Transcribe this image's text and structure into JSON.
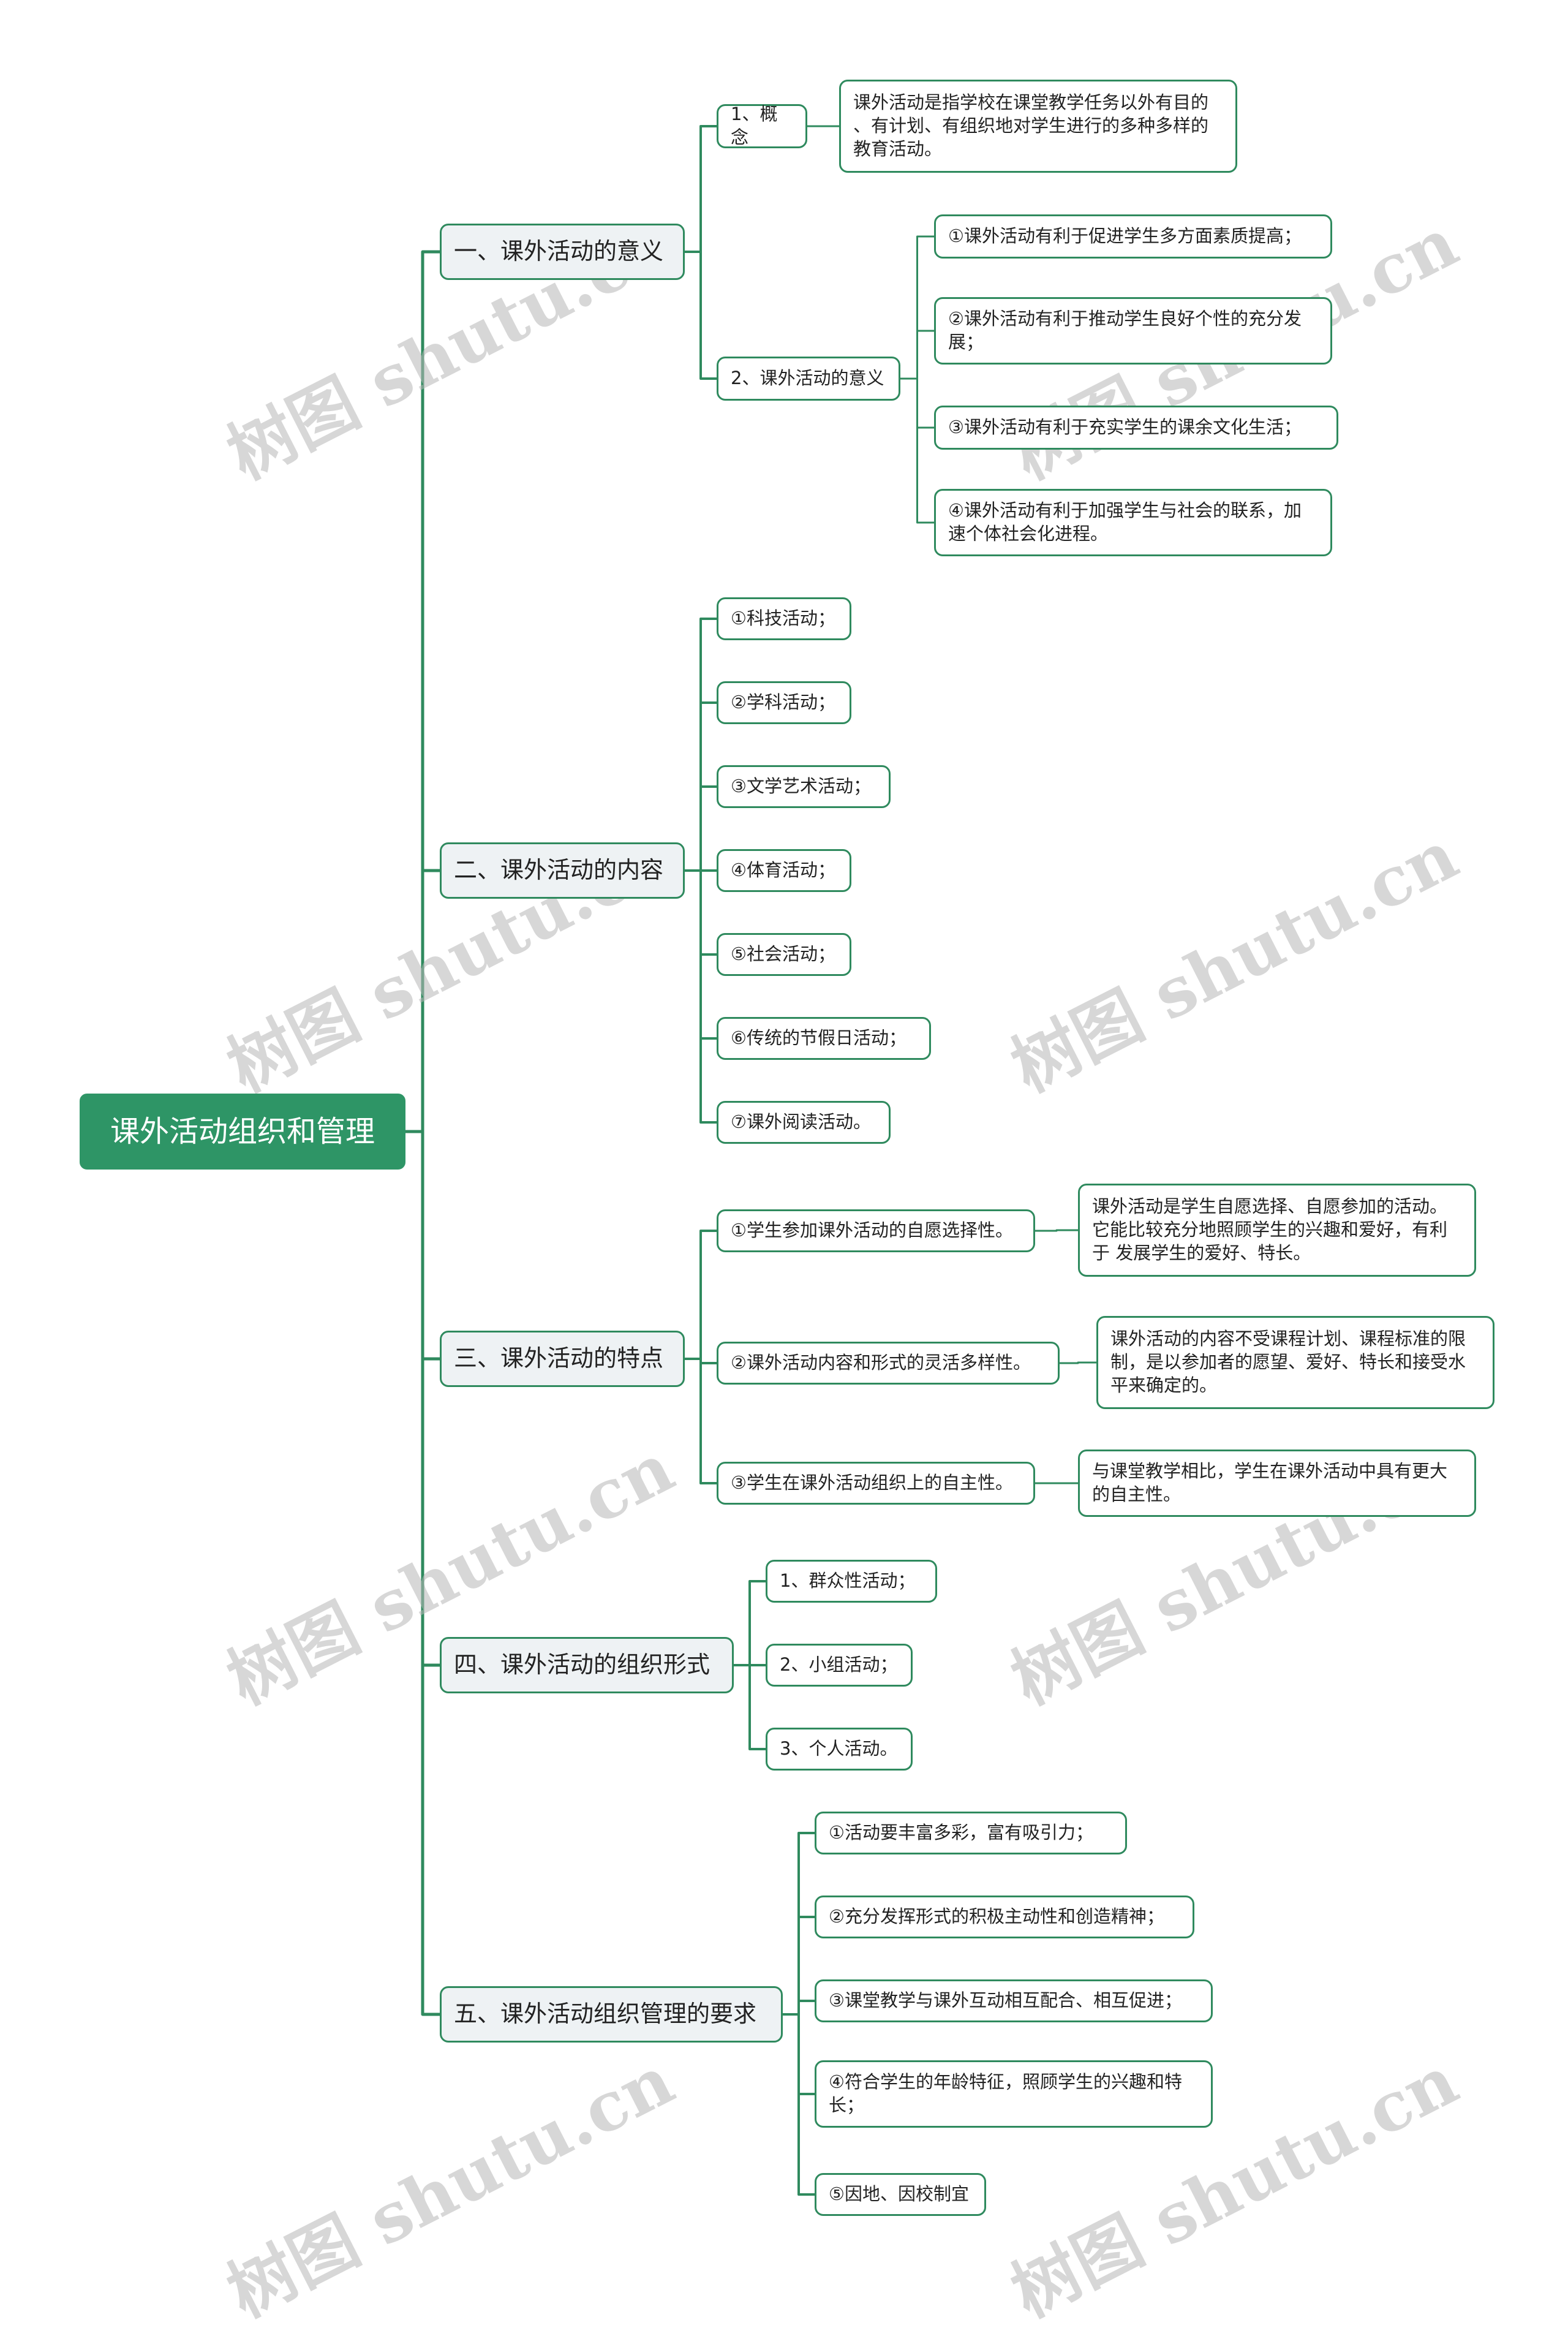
{
  "mindmap": {
    "root": "课外活动组织和管理",
    "line_color": "#2f8a5e",
    "root_color": "#2e9566",
    "watermark": "树图 shutu.cn",
    "branches": [
      {
        "label": "一、课外活动的意义",
        "children": [
          {
            "label": "1、概念",
            "children": [
              "课外活动是指学校在课堂教学任务以外有目的\n、有计划、有组织地对学生进行的多种多样的\n教育活动。"
            ]
          },
          {
            "label": "2、课外活动的意义",
            "children": [
              "①课外活动有利于促进学生多方面素质提高；",
              "②课外活动有利于推动学生良好个性的充分发\n展；",
              "③课外活动有利于充实学生的课余文化生活；",
              "④课外活动有利于加强学生与社会的联系，加\n速个体社会化进程。"
            ]
          }
        ]
      },
      {
        "label": "二、课外活动的内容",
        "children": [
          {
            "label": "①科技活动；"
          },
          {
            "label": "②学科活动；"
          },
          {
            "label": "③文学艺术活动；"
          },
          {
            "label": "④体育活动；"
          },
          {
            "label": "⑤社会活动；"
          },
          {
            "label": "⑥传统的节假日活动；"
          },
          {
            "label": "⑦课外阅读活动。"
          }
        ]
      },
      {
        "label": "三、课外活动的特点",
        "children": [
          {
            "label": "①学生参加课外活动的自愿选择性。",
            "children": [
              "课外活动是学生自愿选择、自愿参加的活动。\n它能比较充分地照顾学生的兴趣和爱好，有利\n于 发展学生的爱好、特长。"
            ]
          },
          {
            "label": "②课外活动内容和形式的灵活多样性。",
            "children": [
              "课外活动的内容不受课程计划、课程标准的限\n制，是以参加者的愿望、爱好、特长和接受水\n平来确定的。"
            ]
          },
          {
            "label": "③学生在课外活动组织上的自主性。",
            "children": [
              "与课堂教学相比，学生在课外活动中具有更大\n的自主性。"
            ]
          }
        ]
      },
      {
        "label": "四、课外活动的组织形式",
        "children": [
          {
            "label": "1、群众性活动；"
          },
          {
            "label": "2、小组活动；"
          },
          {
            "label": "3、个人活动。"
          }
        ]
      },
      {
        "label": "五、课外活动组织管理的要求",
        "children": [
          {
            "label": "①活动要丰富多彩，富有吸引力；"
          },
          {
            "label": "②充分发挥形式的积极主动性和创造精神；"
          },
          {
            "label": "③课堂教学与课外互动相互配合、相互促进；"
          },
          {
            "label": "④符合学生的年龄特征，照顾学生的兴趣和特\n长；"
          },
          {
            "label": "⑤因地、因校制宜"
          }
        ]
      }
    ]
  }
}
